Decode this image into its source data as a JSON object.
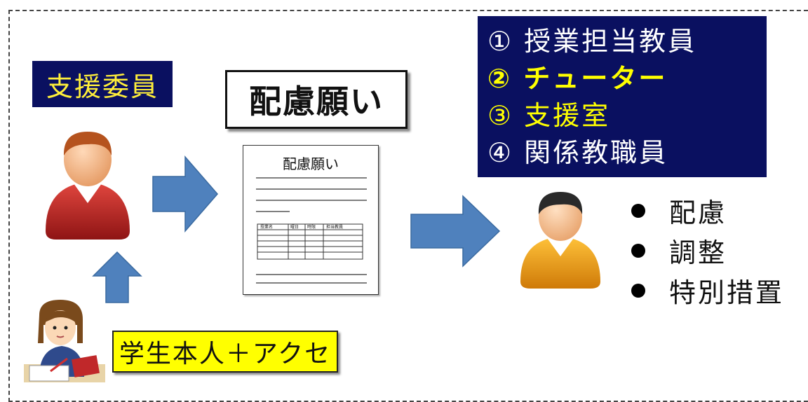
{
  "support_committee": "支援委員",
  "request_title": "配慮願い",
  "document_title": "配慮願い",
  "document_table_headers": [
    "授業名",
    "曜日",
    "時限",
    "担当教員"
  ],
  "student_label": "学生本人＋アクセ",
  "roles": [
    {
      "text": "① 授業担当教員",
      "color": "#ffffff"
    },
    {
      "text": "② チューター",
      "color": "#ffff00"
    },
    {
      "text": "③ 支援室",
      "color": "#ffff00"
    },
    {
      "text": "④ 関係教職員",
      "color": "#ffffff"
    }
  ],
  "outcomes": [
    "配慮",
    "調整",
    "特別措置"
  ],
  "colors": {
    "navy": "#0a1060",
    "arrow": "#4f81bd",
    "highlight": "#ffff00",
    "staff_shirt": "#c0282a",
    "teacher_shirt": "#f0a020"
  }
}
